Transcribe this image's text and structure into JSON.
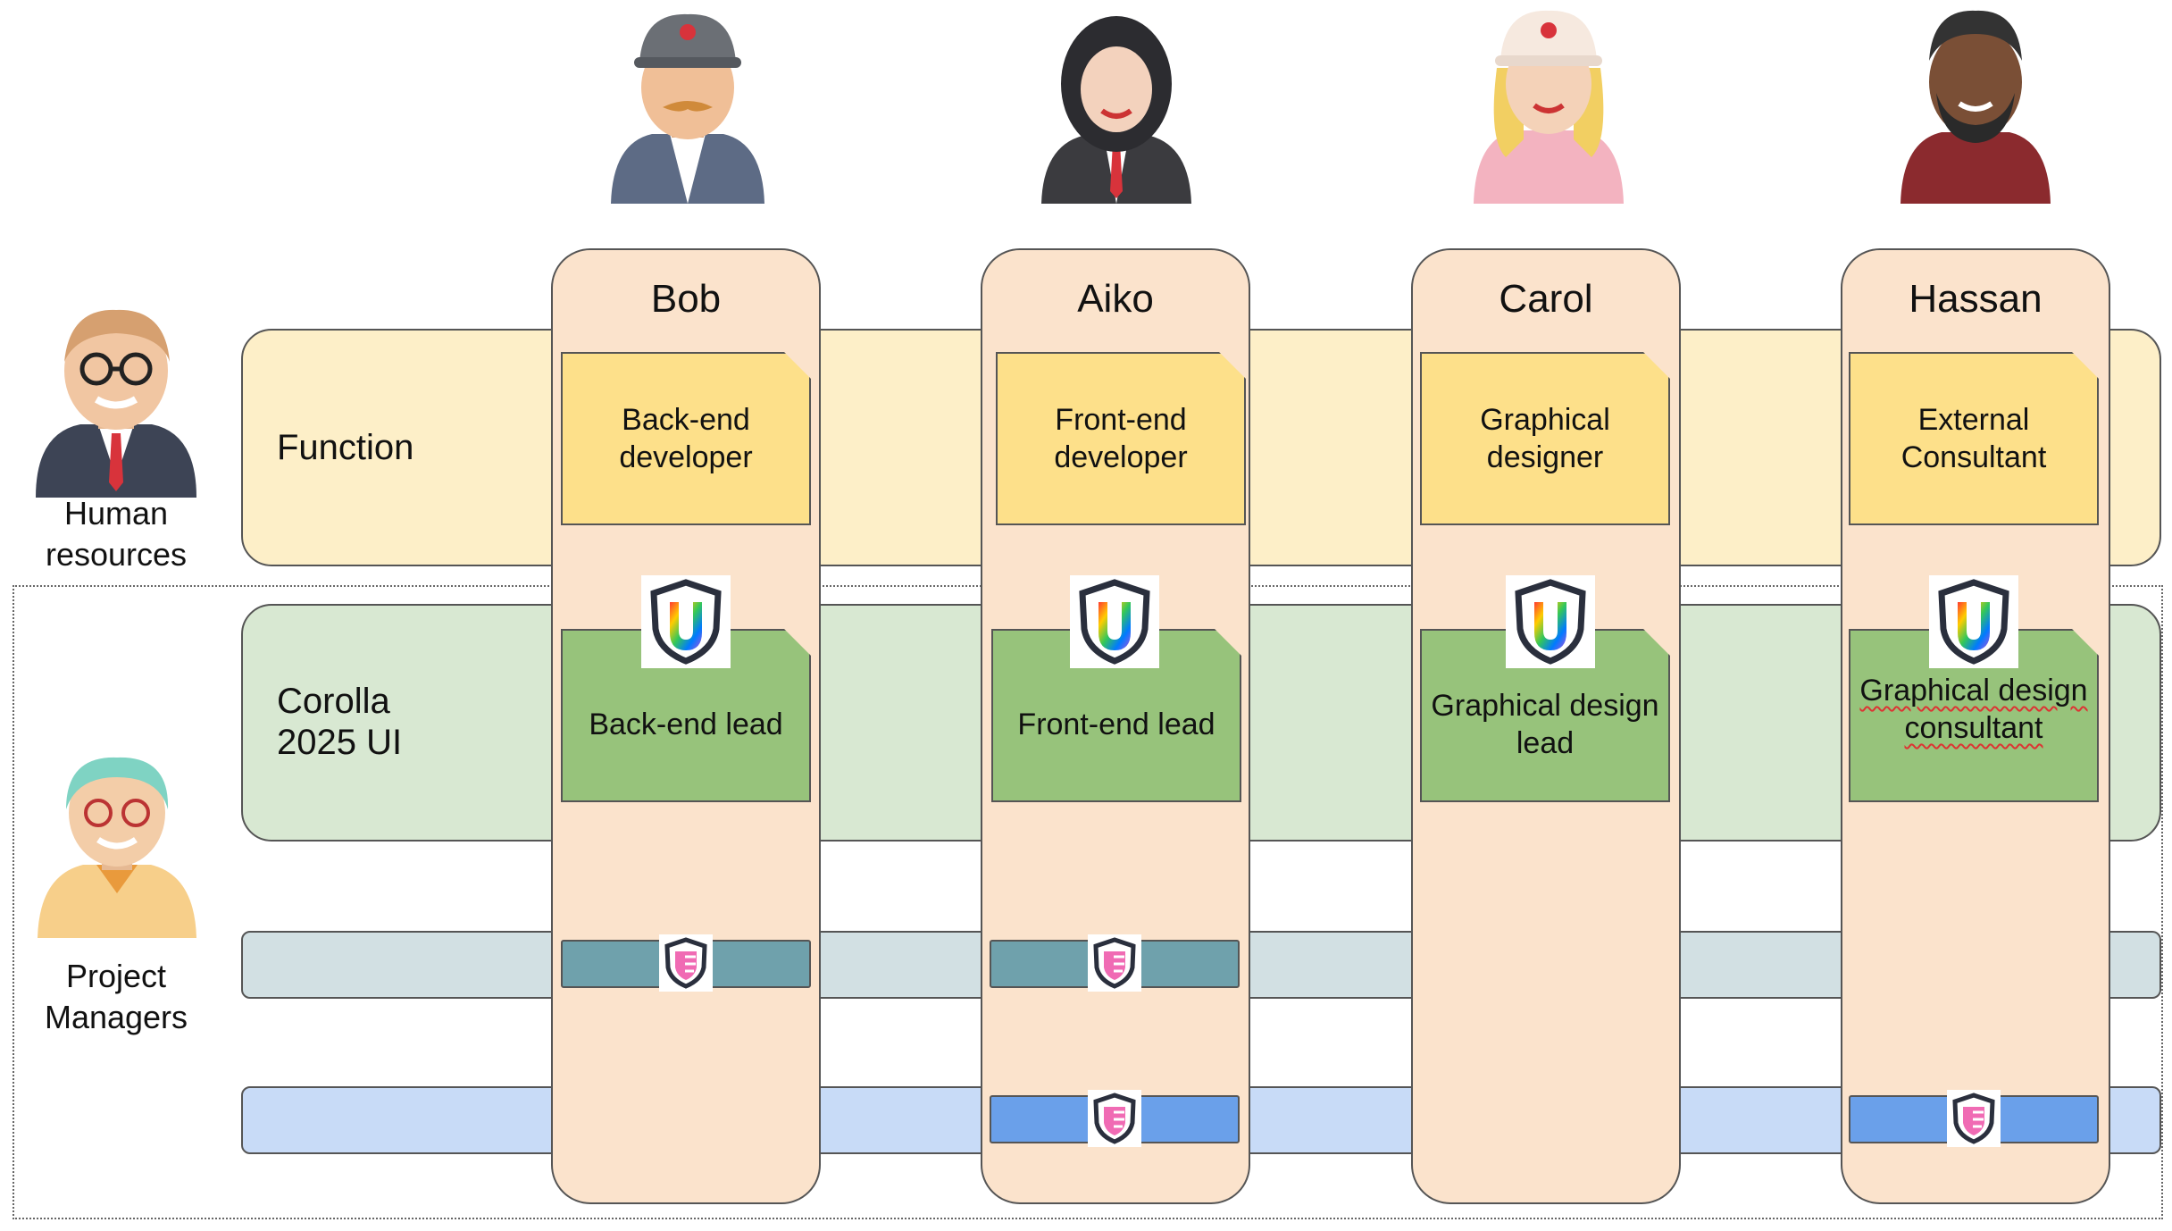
{
  "rows": {
    "function_label": "Function",
    "project_label": "Corolla\n2025 UI"
  },
  "side": {
    "hr_label": "Human resources",
    "pm_label": "Project Managers"
  },
  "people": [
    {
      "name": "Bob",
      "function_role": "Back-end developer",
      "project_role": "Back-end lead",
      "team_bar": true,
      "blue_bar": false
    },
    {
      "name": "Aiko",
      "function_role": "Front-end developer",
      "project_role": "Front-end lead",
      "team_bar": true,
      "blue_bar": true
    },
    {
      "name": "Carol",
      "function_role": "Graphical designer",
      "project_role": "Graphical design lead",
      "team_bar": false,
      "blue_bar": false
    },
    {
      "name": "Hassan",
      "function_role": "External Consultant",
      "project_role": "Graphical design consultant",
      "team_bar": false,
      "blue_bar": true
    }
  ],
  "colors": {
    "function_band": "#fdefc8",
    "project_band": "#d8e8d2",
    "team_band": "#d2e0e3",
    "blue_band": "#c8dbf7",
    "column": "#fbe3cc",
    "function_note": "#fde08a",
    "project_note": "#97c37b",
    "team_bar": "#6fa1ac",
    "blue_bar": "#6aa0ea"
  },
  "icons": {
    "project_badge": "shield-u-icon",
    "team_badge": "shield-pink-icon"
  }
}
